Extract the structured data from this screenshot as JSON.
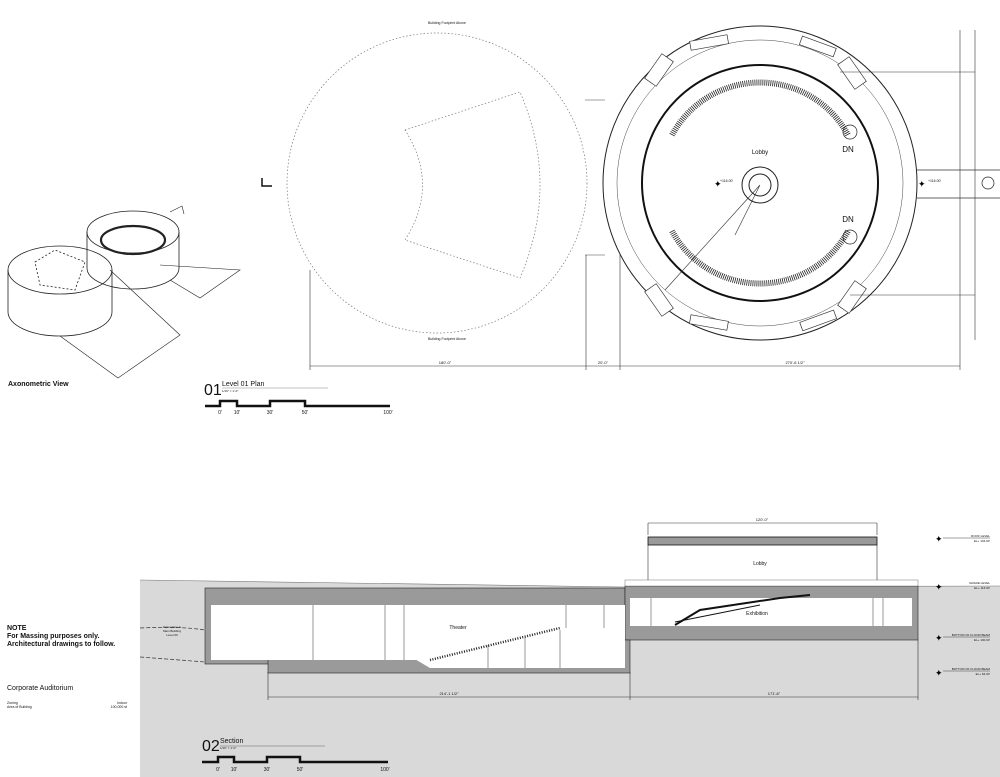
{
  "plan": {
    "number": "01",
    "title": "Level 01 Plan",
    "scale_text": "1/16\" = 1'-0\"",
    "rooms": {
      "lobby": "Lobby",
      "dn_top": "DN",
      "dn_bottom": "DN"
    },
    "dims": {
      "left_circle": "180'-0\"",
      "connector": "20'-0\"",
      "right_circle": "270'-6 1/2\""
    },
    "top_marker": "Building Footprint Above",
    "bottom_marker": "Building Footprint Above",
    "elev_center": "+116.00'",
    "elev_right": "+116.00'"
  },
  "scale_bar": {
    "ticks": [
      "0'",
      "10'",
      "30'",
      "50'",
      "100'"
    ]
  },
  "axon": {
    "title": "Axonometric View"
  },
  "section": {
    "number": "02",
    "title": "Section",
    "scale_text": "1/16\" = 1'-0\"",
    "rooms": {
      "lobby": "Lobby",
      "theater": "Theater",
      "exhibition": "Exhibition"
    },
    "dims": {
      "lobby_width": "120'-0\"",
      "left": "214'-1 1/2\"",
      "right": "171'-6\""
    },
    "connection": [
      "Connection to",
      "Main Building",
      "Level 00"
    ],
    "levels": [
      {
        "name": "ROOF LEVEL",
        "elev": "EL+ 146.00'"
      },
      {
        "name": "GRADE LEVEL",
        "elev": "EL+ 116.00'"
      },
      {
        "name": "BOTTOM OF FLOOR BEAM",
        "elev": "EL+ 100.00'"
      },
      {
        "name": "BOTTOM OF FLOOR BEAM",
        "elev": "EL+ 84.00'"
      }
    ]
  },
  "note": {
    "heading": "NOTE",
    "line1": "For Massing purposes only.",
    "line2": "Architectural drawings to follow."
  },
  "project": {
    "name": "Corporate Auditorium",
    "zoning_label": "Zoning",
    "zoning_value": "Indoor",
    "area_label": "Area of Building",
    "area_value": "100,000 sf"
  },
  "colors": {
    "ground": "#d9d9d9",
    "slab": "#9a9a9a",
    "line": "#111111"
  }
}
